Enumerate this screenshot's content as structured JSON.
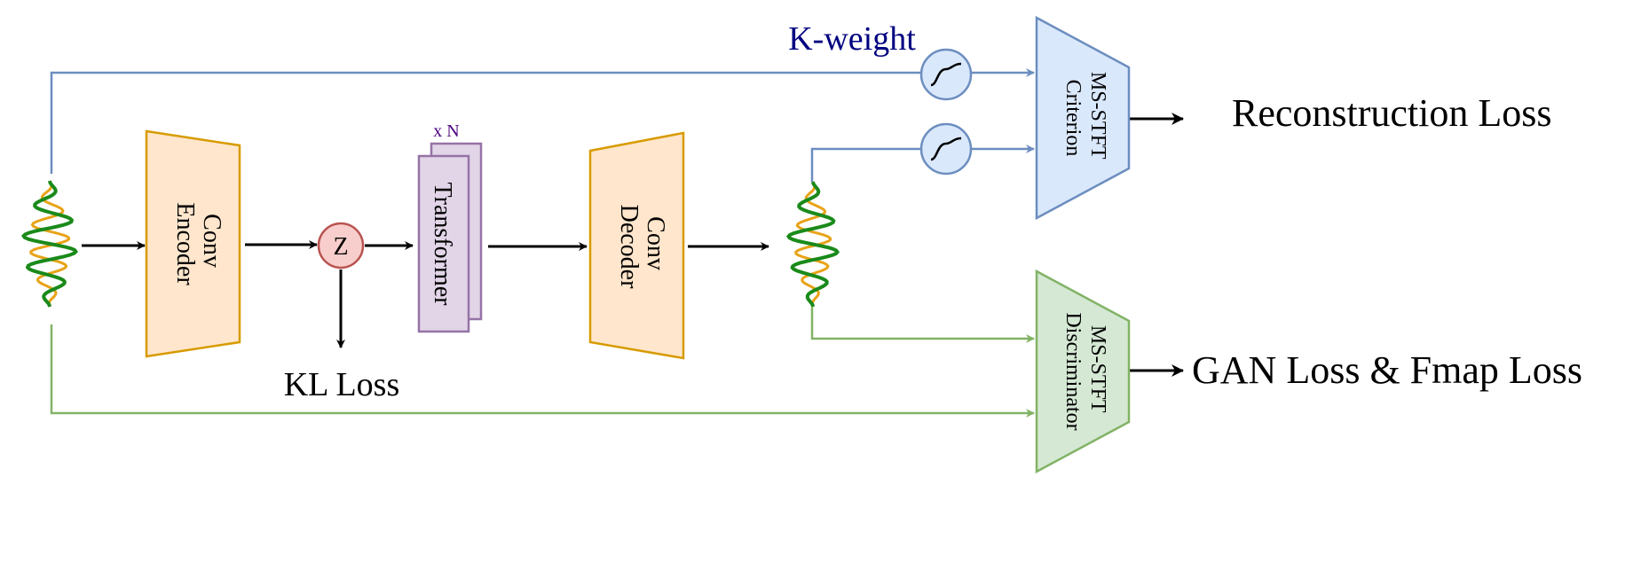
{
  "blocks": {
    "encoder": {
      "line1": "Conv",
      "line2": "Encoder"
    },
    "latent": "Z",
    "transformer": {
      "label": "Transformer",
      "repeat": "x N"
    },
    "decoder": {
      "line1": "Conv",
      "line2": "Decoder"
    },
    "criterion": {
      "line1": "MS-STFT",
      "line2": "Criterion"
    },
    "discriminator": {
      "line1": "MS-STFT",
      "line2": "Discriminator"
    }
  },
  "labels": {
    "kl_loss": "KL Loss",
    "k_weight": "K-weight",
    "reconstruction_loss": "Reconstruction Loss",
    "gan_loss": "GAN Loss & Fmap Loss"
  },
  "colors": {
    "orange_fill": "#ffe6cc",
    "orange_stroke": "#d79b00",
    "purple_fill": "#e1d5e7",
    "purple_stroke": "#9673a6",
    "red_fill": "#f8cecc",
    "red_stroke": "#b85450",
    "blue_fill": "#dae8fc",
    "blue_stroke": "#6c8ebf",
    "green_fill": "#d5e8d4",
    "green_stroke": "#82b366",
    "k_weight_text": "#000080",
    "xn_text": "#4b0082",
    "wave_green": "#1a8a1a",
    "wave_orange": "#e8a317"
  }
}
